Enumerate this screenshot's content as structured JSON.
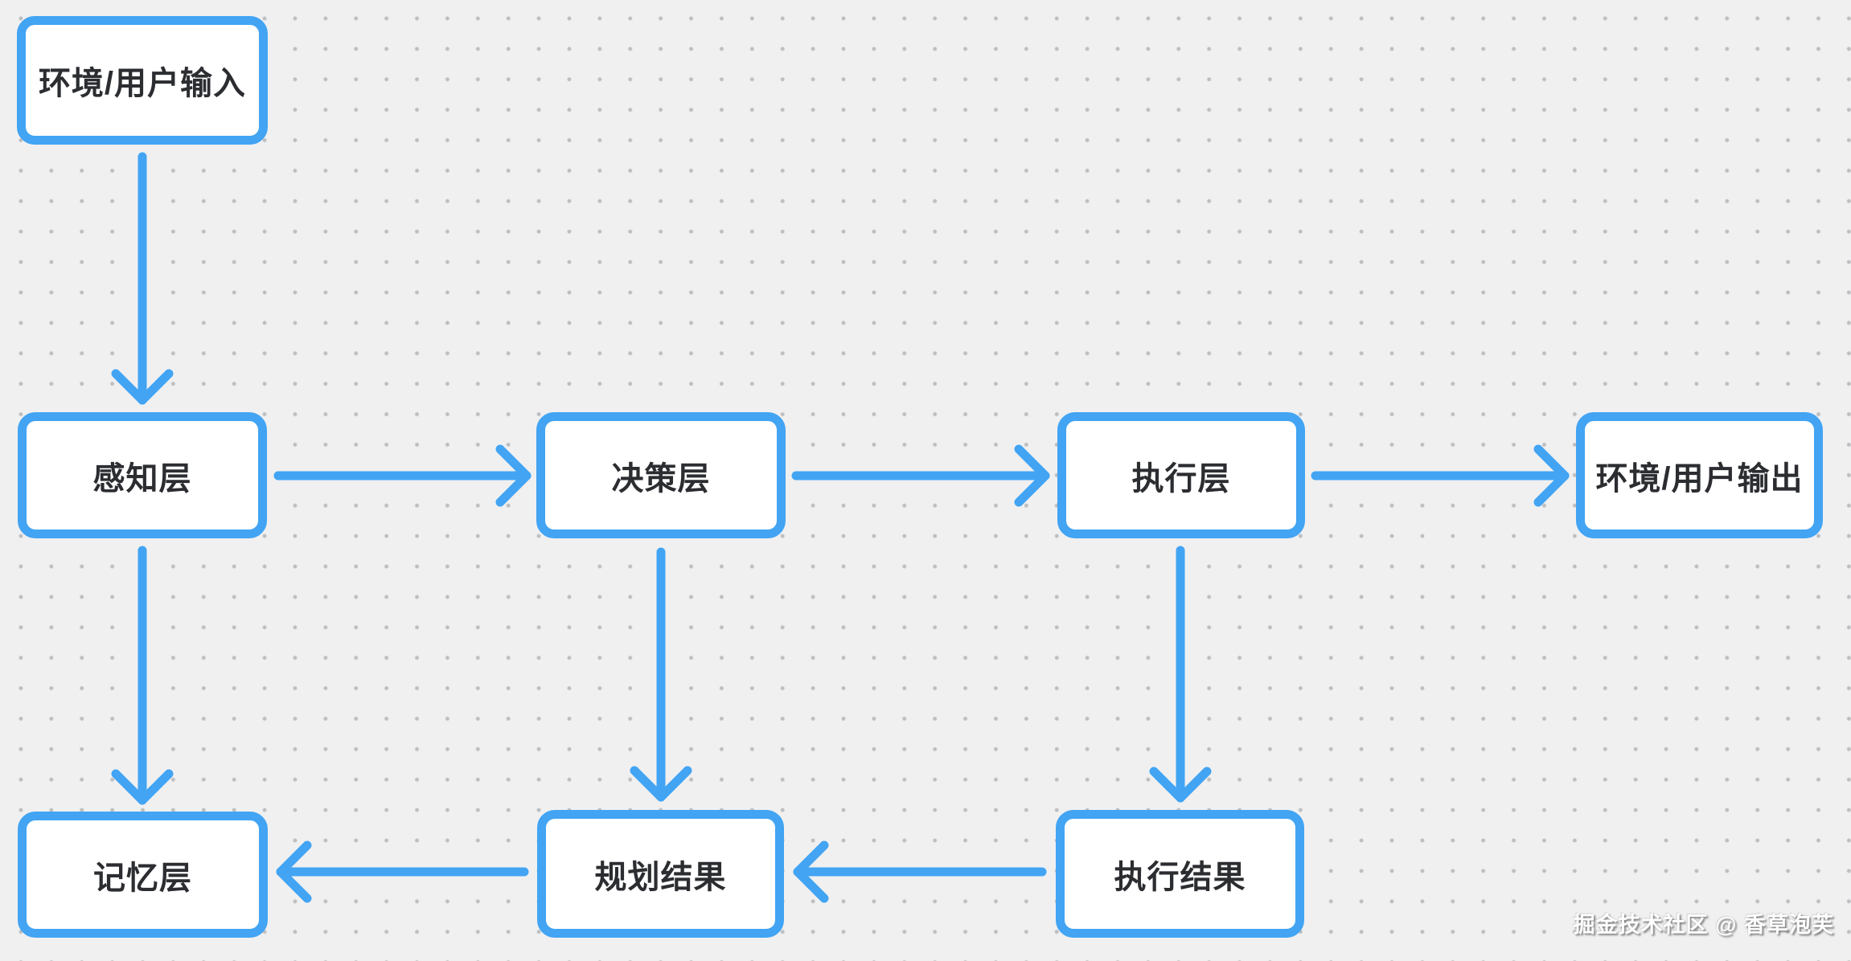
{
  "diagram": {
    "type": "flowchart",
    "accent_color": "#42A4F3",
    "background_color": "#F0F0F1",
    "dot_grid_color": "#BDBEC0",
    "text_color": "#2B2D31",
    "nodes": [
      {
        "id": "env-input",
        "label": "环境/用户输入"
      },
      {
        "id": "perception",
        "label": "感知层"
      },
      {
        "id": "decision",
        "label": "决策层"
      },
      {
        "id": "execution",
        "label": "执行层"
      },
      {
        "id": "env-output",
        "label": "环境/用户输出"
      },
      {
        "id": "memory",
        "label": "记忆层"
      },
      {
        "id": "planning-result",
        "label": "规划结果"
      },
      {
        "id": "execution-result",
        "label": "执行结果"
      }
    ],
    "edges": [
      {
        "from": "env-input",
        "to": "perception",
        "direction": "down"
      },
      {
        "from": "perception",
        "to": "decision",
        "direction": "right"
      },
      {
        "from": "decision",
        "to": "execution",
        "direction": "right"
      },
      {
        "from": "execution",
        "to": "env-output",
        "direction": "right"
      },
      {
        "from": "perception",
        "to": "memory",
        "direction": "down"
      },
      {
        "from": "decision",
        "to": "planning-result",
        "direction": "down"
      },
      {
        "from": "execution",
        "to": "execution-result",
        "direction": "down"
      },
      {
        "from": "execution-result",
        "to": "planning-result",
        "direction": "left"
      },
      {
        "from": "planning-result",
        "to": "memory",
        "direction": "left"
      }
    ],
    "watermark": "掘金技术社区 @ 香草泡芙"
  }
}
